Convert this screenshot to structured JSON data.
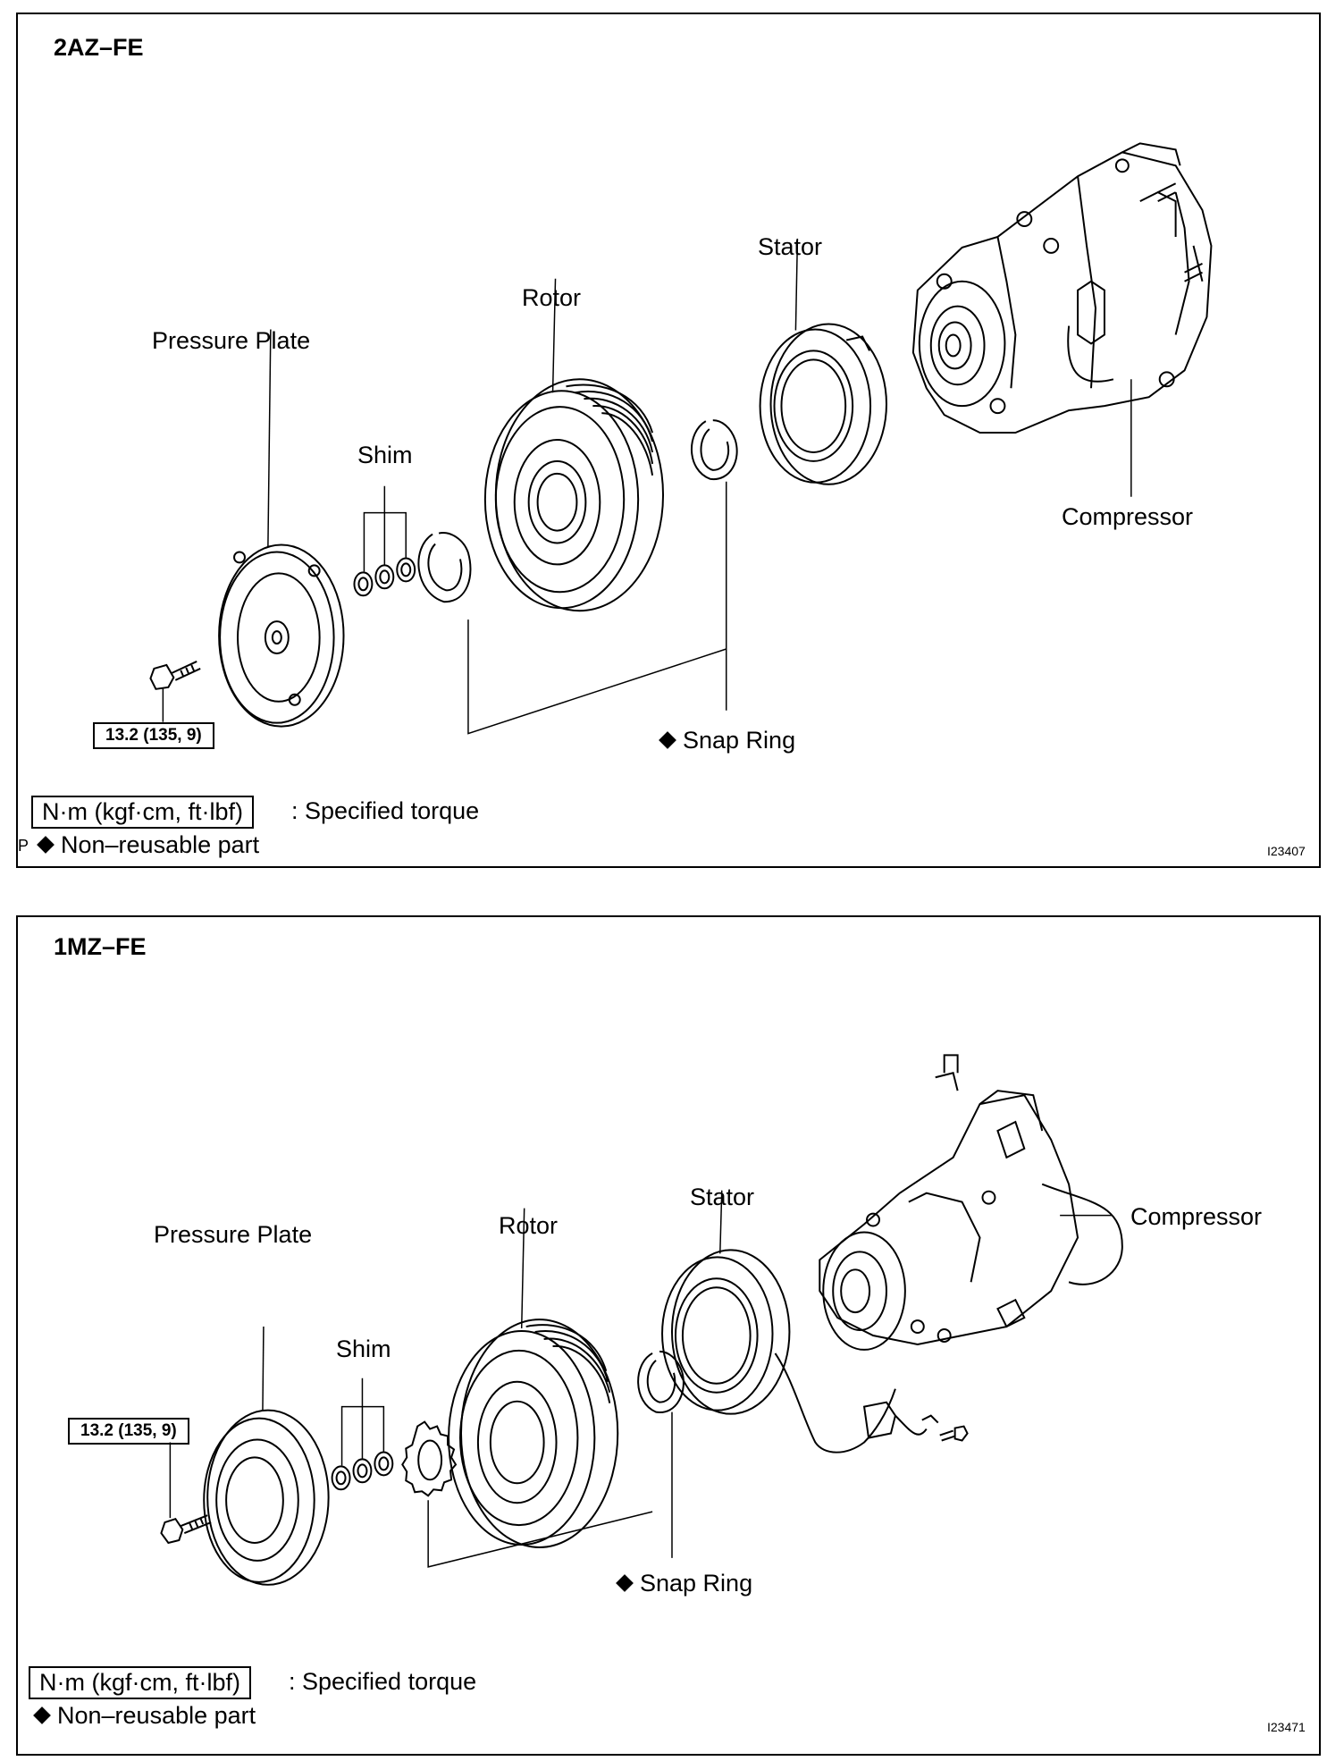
{
  "panels": {
    "top": {
      "engine": "2AZ–FE",
      "labels": {
        "pressure_plate": "Pressure Plate",
        "rotor": "Rotor",
        "stator": "Stator",
        "shim": "Shim",
        "compressor": "Compressor",
        "snap_ring": "Snap Ring"
      },
      "torque_value": "13.2 (135, 9)",
      "legend": {
        "torque_box": "N·m (kgf·cm, ft·lbf)",
        "torque_text": ": Specified torque",
        "nonreusable": "Non–reusable part"
      },
      "corner_mark": "P",
      "figure_id": "I23407"
    },
    "bottom": {
      "engine": "1MZ–FE",
      "labels": {
        "pressure_plate": "Pressure Plate",
        "rotor": "Rotor",
        "stator": "Stator",
        "shim": "Shim",
        "compressor": "Compressor",
        "snap_ring": "Snap Ring"
      },
      "torque_value": "13.2 (135, 9)",
      "legend": {
        "torque_box": "N·m (kgf·cm, ft·lbf)",
        "torque_text": ": Specified torque",
        "nonreusable": "Non–reusable part"
      },
      "figure_id": "I23471"
    }
  },
  "colors": {
    "ink": "#000000",
    "paper": "#ffffff"
  },
  "icons": [
    "non-reusable-diamond-icon"
  ]
}
